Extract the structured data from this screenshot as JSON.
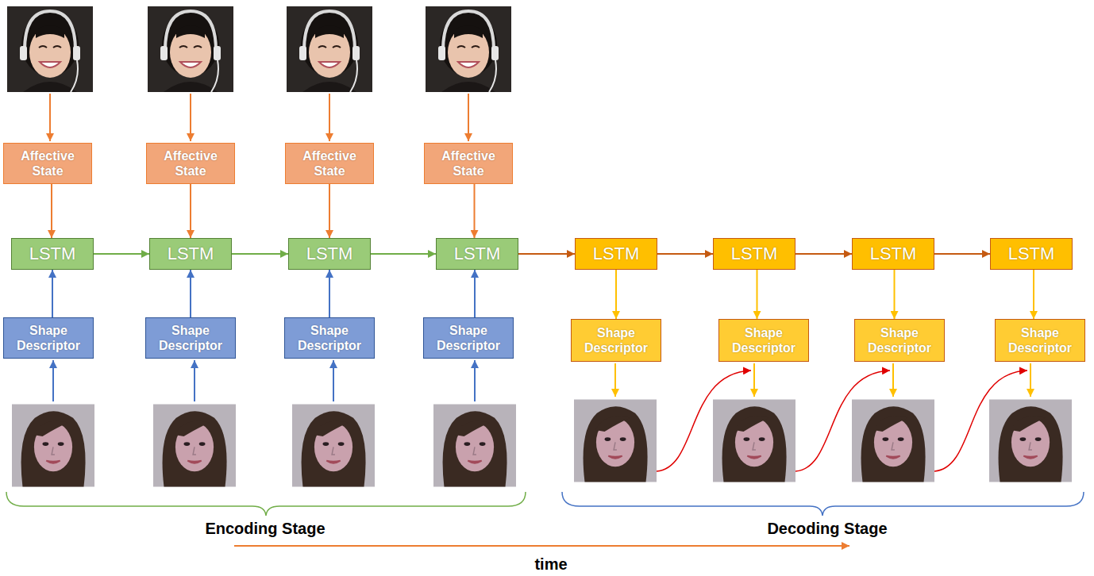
{
  "diagram": {
    "nodes": [
      {
        "text": [
          "Affective State"
        ]
      },
      {
        "text": [
          "Affective State"
        ]
      },
      {
        "text": [
          "Affective State"
        ]
      },
      {
        "text": [
          "Affective State"
        ]
      },
      {
        "text": [
          "LSTM"
        ]
      },
      {
        "text": [
          "LSTM"
        ]
      },
      {
        "text": [
          "LSTM"
        ]
      },
      {
        "text": [
          "LSTM"
        ]
      },
      {
        "text": [
          "LSTM"
        ]
      },
      {
        "text": [
          "LSTM"
        ]
      },
      {
        "text": [
          "LSTM"
        ]
      },
      {
        "text": [
          "LSTM"
        ]
      },
      {
        "text": [
          "Shape Descriptor"
        ]
      },
      {
        "text": [
          "Shape Descriptor"
        ]
      },
      {
        "text": [
          "Shape Descriptor"
        ]
      },
      {
        "text": [
          "Shape Descriptor"
        ]
      },
      {
        "text": [
          "Shape Descriptor"
        ]
      },
      {
        "text": [
          "Shape Descriptor"
        ]
      },
      {
        "text": [
          "Shape Descriptor"
        ]
      },
      {
        "text": [
          "Shape Descriptor"
        ]
      }
    ],
    "edges": [
      {
        "from": 0,
        "to": 4,
        "arrow": "to"
      },
      {
        "from": 1,
        "to": 5,
        "arrow": "to"
      },
      {
        "from": 2,
        "to": 6,
        "arrow": "to"
      },
      {
        "from": 3,
        "to": 7,
        "arrow": "to"
      },
      {
        "from": 12,
        "to": 4,
        "arrow": "to"
      },
      {
        "from": 13,
        "to": 5,
        "arrow": "to"
      },
      {
        "from": 14,
        "to": 6,
        "arrow": "to"
      },
      {
        "from": 15,
        "to": 7,
        "arrow": "to"
      },
      {
        "from": 4,
        "to": 5,
        "arrow": "to"
      },
      {
        "from": 5,
        "to": 6,
        "arrow": "to"
      },
      {
        "from": 6,
        "to": 7,
        "arrow": "to"
      },
      {
        "from": 7,
        "to": 8,
        "arrow": "to"
      },
      {
        "from": 8,
        "to": 9,
        "arrow": "to"
      },
      {
        "from": 9,
        "to": 10,
        "arrow": "to"
      },
      {
        "from": 10,
        "to": 11,
        "arrow": "to"
      },
      {
        "from": 8,
        "to": 16,
        "arrow": "to"
      },
      {
        "from": 9,
        "to": 17,
        "arrow": "to"
      },
      {
        "from": 10,
        "to": 18,
        "arrow": "to"
      },
      {
        "from": 11,
        "to": 19,
        "arrow": "to"
      }
    ],
    "labels": [
      "Encoding Stage",
      "Decoding Stage",
      "time"
    ]
  }
}
